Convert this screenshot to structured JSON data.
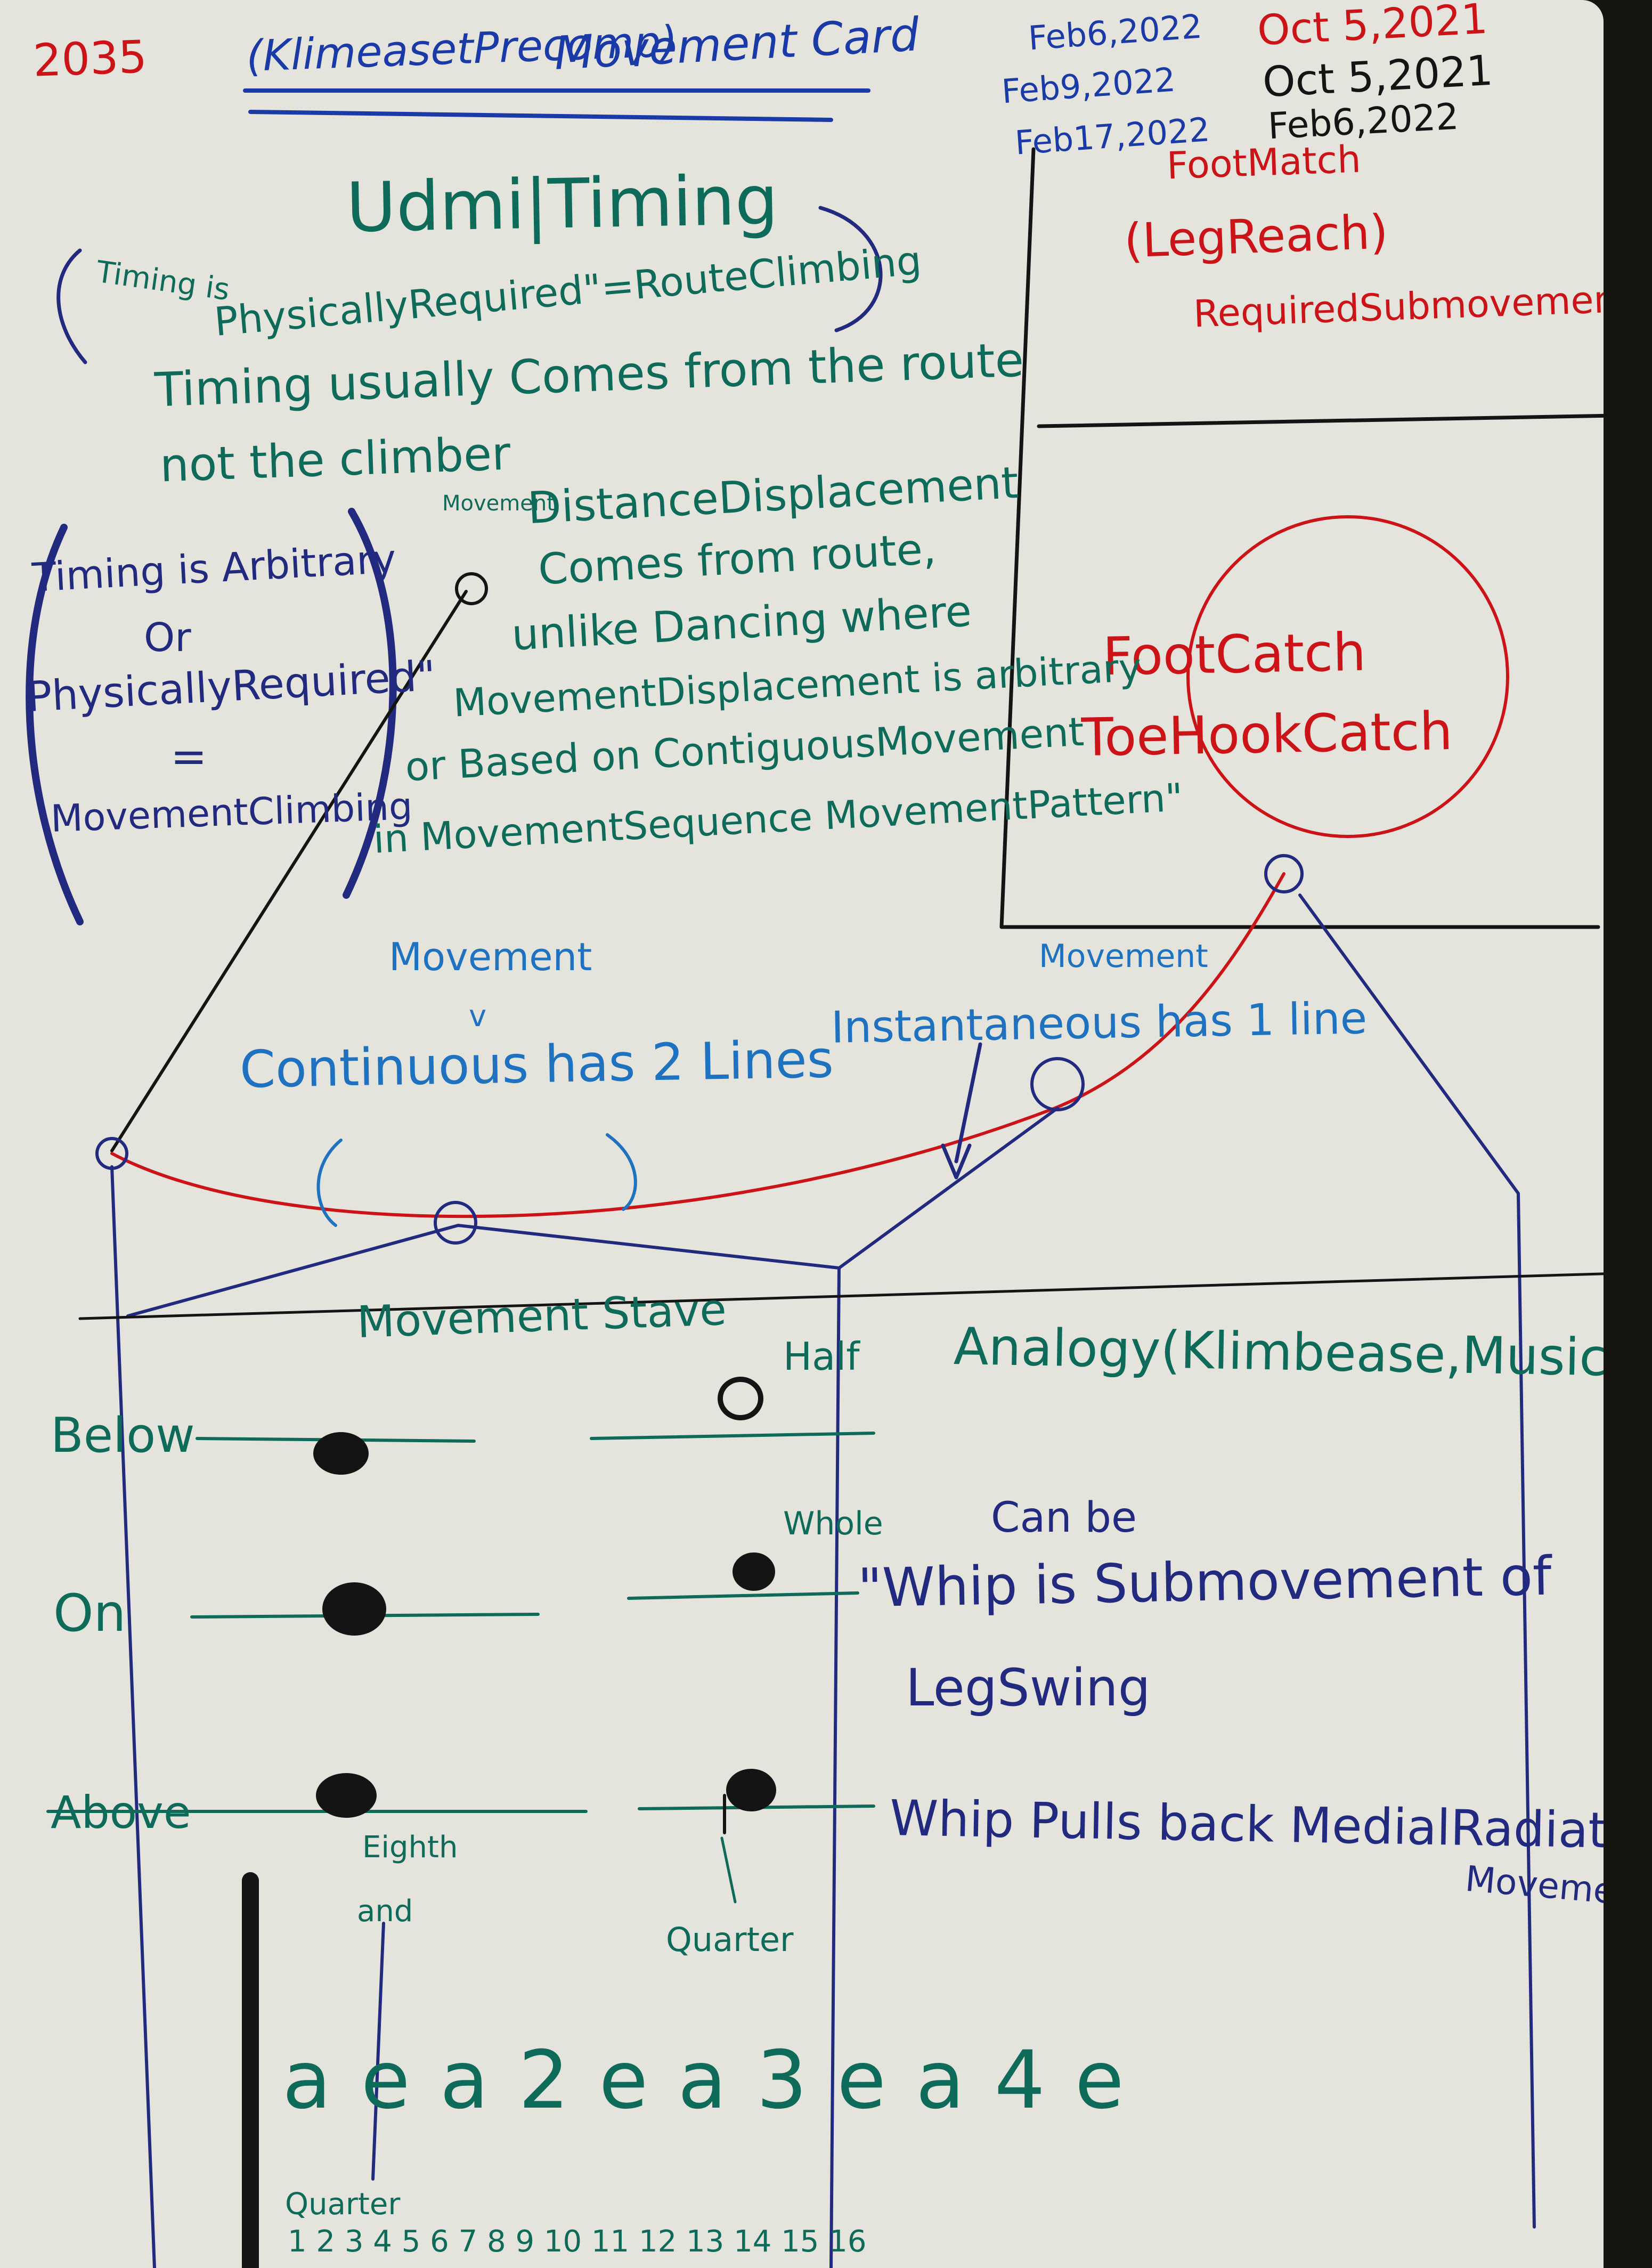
{
  "header": {
    "card_number": "2035",
    "category": "(KlimeasetPrecomp)",
    "title": "Movement Card",
    "dates_blue": [
      "Feb6,2022",
      "Feb9,2022",
      "Feb17,2022"
    ],
    "dates_red": [
      "Oct 5,2021"
    ],
    "dates_black": [
      "Oct 5,2021",
      "Feb6,2022"
    ]
  },
  "top_right_box": {
    "line1": "FootMatch",
    "line2": "(LegReach)",
    "line3": "RequiredSubmovement"
  },
  "middle_right_box": {
    "line1": "FootCatch",
    "line2": "ToeHookCatch"
  },
  "left_notes": {
    "heading": "Udmi|Timing",
    "quote_a": "Timing is",
    "quote_b": "PhysicallyRequired\"=RouteClimbing",
    "line2": "Timing usually Comes from the route",
    "line3": "not the climber",
    "bracket1": "Timing is Arbitrary",
    "bracket2": "Or",
    "bracket3": "PhysicallyRequired\"",
    "bracket_eq": "=",
    "bracket4": "MovementClimbing",
    "displacement_small": "Movement",
    "displacement_title": "DistanceDisplacement",
    "disp_line1": "Comes from route,",
    "disp_line2": "unlike Dancing where",
    "disp_line3": "MovementDisplacement is arbitrary",
    "disp_line4": "or Based on ContiguousMovement",
    "disp_line5": "in MovementSequence MovementPattern\""
  },
  "diagram": {
    "movement_left": "Movement",
    "continuous_label": "Continuous has 2 Lines",
    "movement_right": "Movement",
    "instantaneous_label": "Instantaneous has 1 line"
  },
  "staff": {
    "title": "Movement Stave",
    "row_labels": [
      "Below",
      "On",
      "Above"
    ],
    "half": "Half",
    "whole": "Whole",
    "eighth": "Eighth",
    "and": "and",
    "quarter": "Quarter",
    "counting": "a e a 2 e a 3 e a 4 e",
    "counting_label": "Quarter",
    "sixteenths": "1 2 3 4 5 6 7 8 9 10 11 12 13 14 15 16"
  },
  "analogy": {
    "title": "Analogy(Klimbease,Music)",
    "can_be": "Can be",
    "line1": "\"Whip is Submovement of",
    "line2": "LegSwing",
    "line3": "Whip Pulls back MedialRadiation",
    "line4": "Movement\""
  }
}
